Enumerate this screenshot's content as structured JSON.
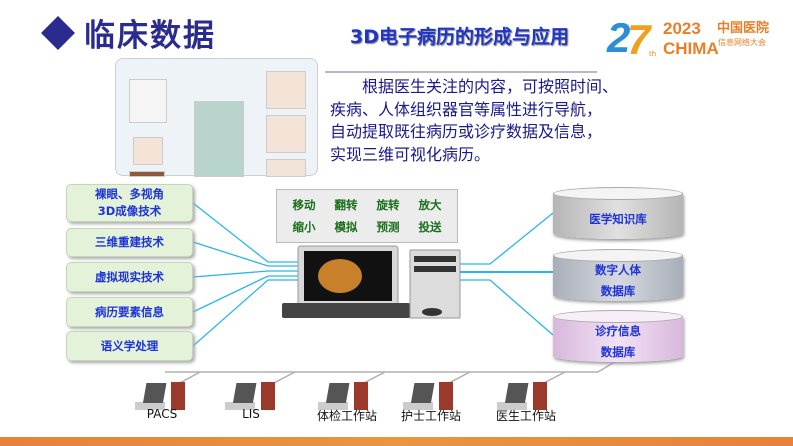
{
  "header": {
    "title": "临床数据",
    "subtitle": "3D电子病历的形成与应用"
  },
  "logo": {
    "number": "27",
    "suffix": "th",
    "year": "2023",
    "brand": "CHIMA",
    "cn_line1": "中国医院",
    "cn_line2": "信息网络大会"
  },
  "description": [
    "根据医生关注的内容，可按照时间、",
    "疾病、人体组织器官等属性进行导航，",
    "自动提取既往病历或诊疗数据及信息，",
    "实现三维可视化病历。"
  ],
  "technologies": [
    {
      "label": "裸眼、多视角\n3D成像技术"
    },
    {
      "label": "三维重建技术"
    },
    {
      "label": "虚拟现实技术"
    },
    {
      "label": "病历要素信息"
    },
    {
      "label": "语义学处理"
    }
  ],
  "operations": [
    "移动",
    "翻转",
    "旋转",
    "放大",
    "缩小",
    "模拟",
    "预测",
    "投送"
  ],
  "databases": [
    {
      "label": "医学知识库",
      "color": "#c9c9c9"
    },
    {
      "label": "数字人体\n数据库",
      "color": "#b9bec6"
    },
    {
      "label": "诊疗信息\n数据库",
      "color": "#e6cde8"
    }
  ],
  "workstations": [
    "PACS",
    "LIS",
    "体检工作站",
    "护士工作站",
    "医生工作站"
  ],
  "colors": {
    "title": "#2b2b8f",
    "accent_blue": "#1e34d8",
    "connector": "#29b6e8",
    "bottom_bar": "#e8813a"
  }
}
